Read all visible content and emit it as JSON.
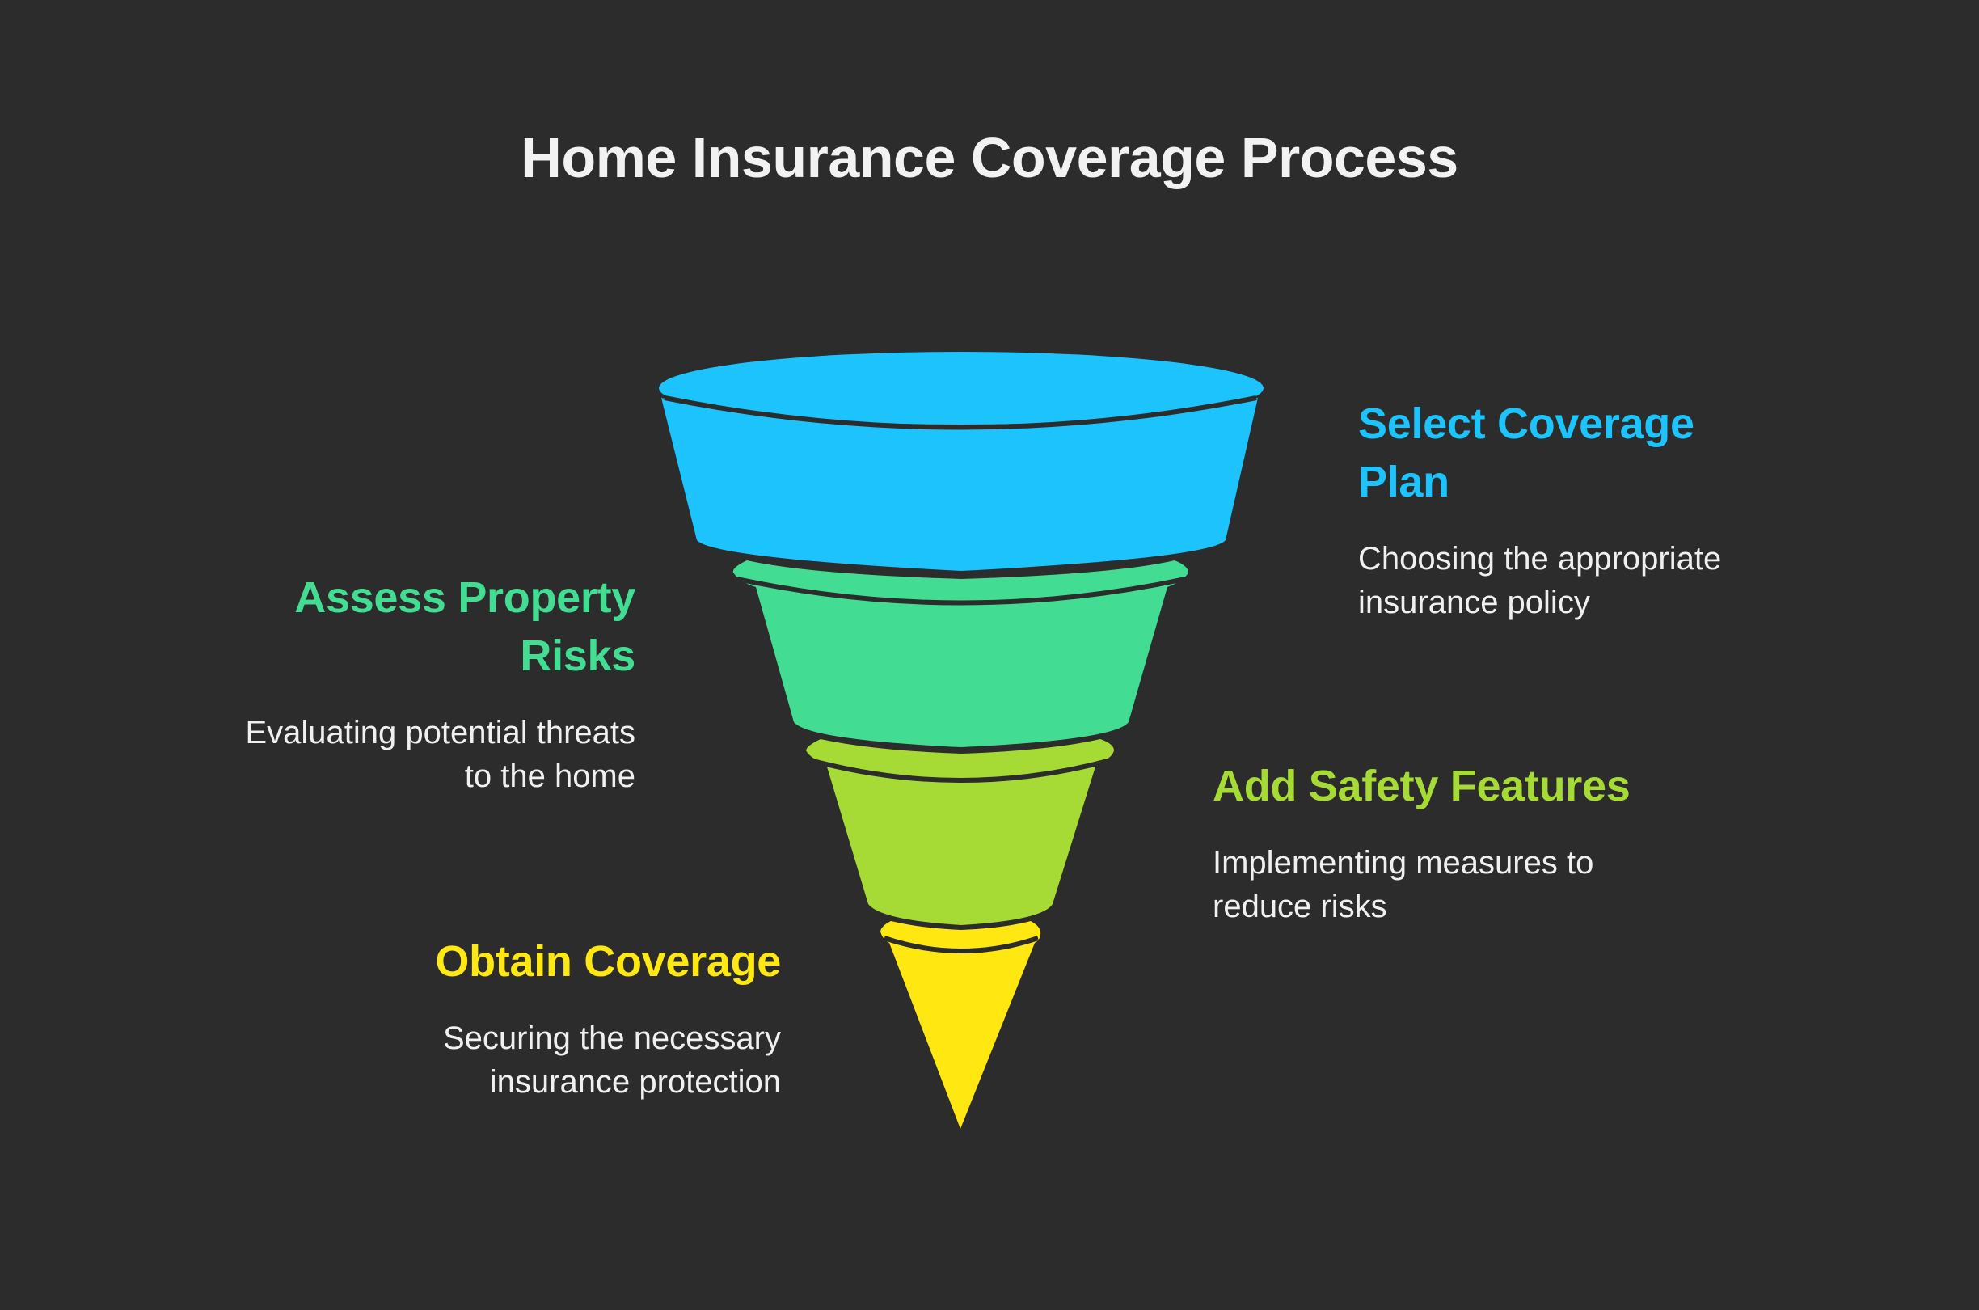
{
  "title": "Home Insurance Coverage Process",
  "colors": {
    "background": "#2c2c2c",
    "stage1": "#1cc3fc",
    "stage2": "#42dd93",
    "stage3": "#a6da35",
    "stage4": "#ffe811",
    "separator": "#2c2c2c",
    "text": "#f0f0f0"
  },
  "stages": [
    {
      "order": 1,
      "heading": "Select Coverage Plan",
      "heading_lines": [
        "Select Coverage",
        "Plan"
      ],
      "description_lines": [
        "Choosing the appropriate",
        "insurance policy"
      ],
      "color": "#1cc3fc",
      "side": "right"
    },
    {
      "order": 2,
      "heading": "Assess Property Risks",
      "heading_lines": [
        "Assess Property",
        "Risks"
      ],
      "description_lines": [
        "Evaluating potential threats",
        "to the home"
      ],
      "color": "#42dd93",
      "side": "left"
    },
    {
      "order": 3,
      "heading": "Add Safety Features",
      "heading_lines": [
        "Add Safety Features"
      ],
      "description_lines": [
        "Implementing measures to",
        "reduce risks"
      ],
      "color": "#a6da35",
      "side": "right"
    },
    {
      "order": 4,
      "heading": "Obtain Coverage",
      "heading_lines": [
        "Obtain Coverage"
      ],
      "description_lines": [
        "Securing the necessary",
        "insurance protection"
      ],
      "color": "#ffe811",
      "side": "left"
    }
  ]
}
